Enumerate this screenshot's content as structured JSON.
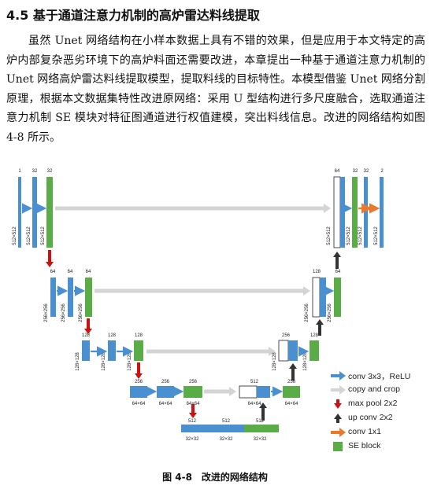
{
  "section": {
    "heading": "4.5 基于通道注意力机制的高炉雷达料线提取",
    "paragraph": "虽然 Unet 网络结构在小样本数据上具有不错的效果，但是应用于本文特定的高炉内部复杂恶劣环境下的高炉料面还需要改进，本章提出一种基于通道注意力机制的 Unet 网络高炉雷达料线提取模型，提取料线的目标特性。本模型借鉴 Unet 网络分割原理，根据本文数据集特性改进原网络：采用 U 型结构进行多尺度融合，选取通道注意力机制 SE 模块对特征图通道进行权值建模，突出料线信息。改进的网络结构如图 4-8 所示。"
  },
  "figure": {
    "caption_number": "图 4-8",
    "caption_text": "改进的网络结构",
    "colors": {
      "conv": "#4a90d0",
      "se": "#5aac46",
      "maxpool": "#cc1111",
      "upconv": "#333333",
      "conv1x1": "#ea7a2a",
      "copy": "#d4d4d4"
    },
    "channels": {
      "l1": [
        "1",
        "32",
        "32"
      ],
      "l1_right": [
        "64",
        "32",
        "32",
        "2"
      ],
      "l2": [
        "64",
        "64",
        "64"
      ],
      "l2_right": [
        "128",
        "64"
      ],
      "l3": [
        "128",
        "128",
        "128"
      ],
      "l3_right": [
        "256",
        "128"
      ],
      "l4": [
        "256",
        "256",
        "256"
      ],
      "l4_right": [
        "512",
        "256"
      ],
      "l5": [
        "512",
        "512",
        "512"
      ]
    },
    "sizes": {
      "s512": "512×512",
      "s256": "256×256",
      "s128": "128×128",
      "s64": "64×64",
      "s32": "32×32"
    },
    "legend": [
      {
        "icon": "conv-arrow-icon",
        "label": "conv 3x3，ReLU"
      },
      {
        "icon": "copy-arrow-icon",
        "label": "copy and crop"
      },
      {
        "icon": "maxpool-arrow-icon",
        "label": "max pool 2x2"
      },
      {
        "icon": "upconv-arrow-icon",
        "label": "up conv 2x2"
      },
      {
        "icon": "conv1x1-arrow-icon",
        "label": "conv 1x1"
      },
      {
        "icon": "se-block-icon",
        "label": "SE block"
      }
    ]
  }
}
